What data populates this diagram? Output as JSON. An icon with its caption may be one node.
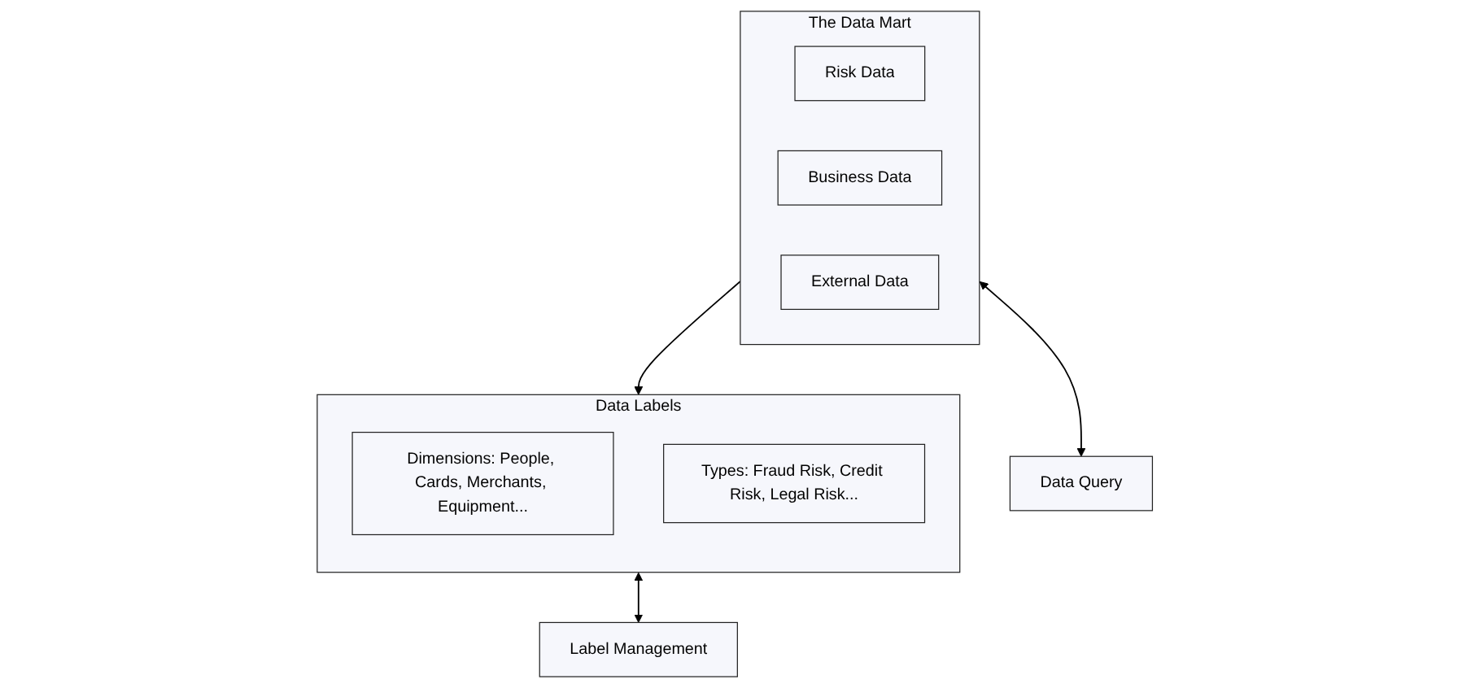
{
  "diagram": {
    "nodes": [
      {
        "text": [
          "The Data Mart"
        ]
      },
      {
        "text": [
          "Risk Data"
        ],
        "in": 0
      },
      {
        "text": [
          "Business Data"
        ],
        "in": 0
      },
      {
        "text": [
          "External Data"
        ],
        "in": 0
      },
      {
        "text": [
          "Data Query"
        ]
      },
      {
        "text": [
          "Data Labels"
        ]
      },
      {
        "text": [
          "Dimensions: People, Cards, Merchants, Equipment..."
        ],
        "in": 5
      },
      {
        "text": [
          "Types: Fraud Risk, Credit Risk, Legal Risk..."
        ],
        "in": 5
      },
      {
        "text": [
          "Label Management"
        ]
      }
    ],
    "edges": [
      {
        "from": 0,
        "to": 4,
        "arrow": "both"
      },
      {
        "from": 0,
        "to": 5,
        "arrow": "to"
      },
      {
        "from": 5,
        "to": 8,
        "arrow": "both"
      }
    ]
  }
}
